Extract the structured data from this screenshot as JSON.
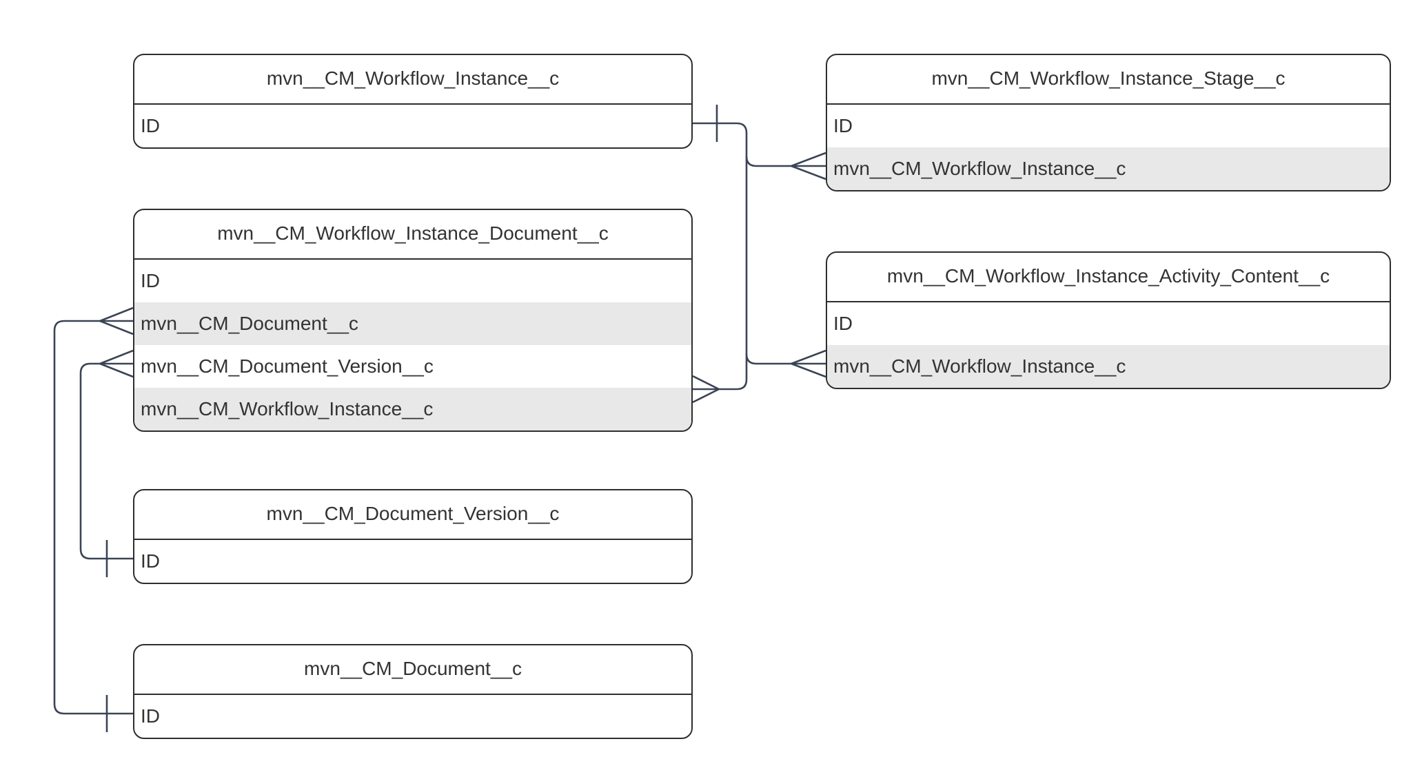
{
  "diagram": {
    "type": "entity-relationship",
    "notation": "crow-foot",
    "tables": {
      "wi": {
        "title": "mvn__CM_Workflow_Instance__c",
        "fields": [
          "ID"
        ]
      },
      "stage": {
        "title": "mvn__CM_Workflow_Instance_Stage__c",
        "fields": [
          "ID",
          "mvn__CM_Workflow_Instance__c"
        ]
      },
      "wid": {
        "title": "mvn__CM_Workflow_Instance_Document__c",
        "fields": [
          "ID",
          "mvn__CM_Document__c",
          "mvn__CM_Document_Version__c",
          "mvn__CM_Workflow_Instance__c"
        ]
      },
      "ac": {
        "title": "mvn__CM_Workflow_Instance_Activity_Content__c",
        "fields": [
          "ID",
          "mvn__CM_Workflow_Instance__c"
        ]
      },
      "dv": {
        "title": "mvn__CM_Document_Version__c",
        "fields": [
          "ID"
        ]
      },
      "doc": {
        "title": "mvn__CM_Document__c",
        "fields": [
          "ID"
        ]
      }
    },
    "relationships": [
      {
        "from": "mvn__CM_Workflow_Instance__c.ID",
        "to": "mvn__CM_Workflow_Instance_Stage__c.mvn__CM_Workflow_Instance__c",
        "cardinality": "one-to-many"
      },
      {
        "from": "mvn__CM_Workflow_Instance__c.ID",
        "to": "mvn__CM_Workflow_Instance_Activity_Content__c.mvn__CM_Workflow_Instance__c",
        "cardinality": "one-to-many"
      },
      {
        "from": "mvn__CM_Workflow_Instance__c.ID",
        "to": "mvn__CM_Workflow_Instance_Document__c.mvn__CM_Workflow_Instance__c",
        "cardinality": "one-to-many"
      },
      {
        "from": "mvn__CM_Document_Version__c.ID",
        "to": "mvn__CM_Workflow_Instance_Document__c.mvn__CM_Document_Version__c",
        "cardinality": "one-to-many"
      },
      {
        "from": "mvn__CM_Document__c.ID",
        "to": "mvn__CM_Workflow_Instance_Document__c.mvn__CM_Document__c",
        "cardinality": "one-to-many"
      }
    ],
    "colors": {
      "background": "#ffffff",
      "table_border": "#2d2d2d",
      "row_alt": "#e8e8e8",
      "connector": "#3a4454",
      "text": "#333333"
    }
  }
}
